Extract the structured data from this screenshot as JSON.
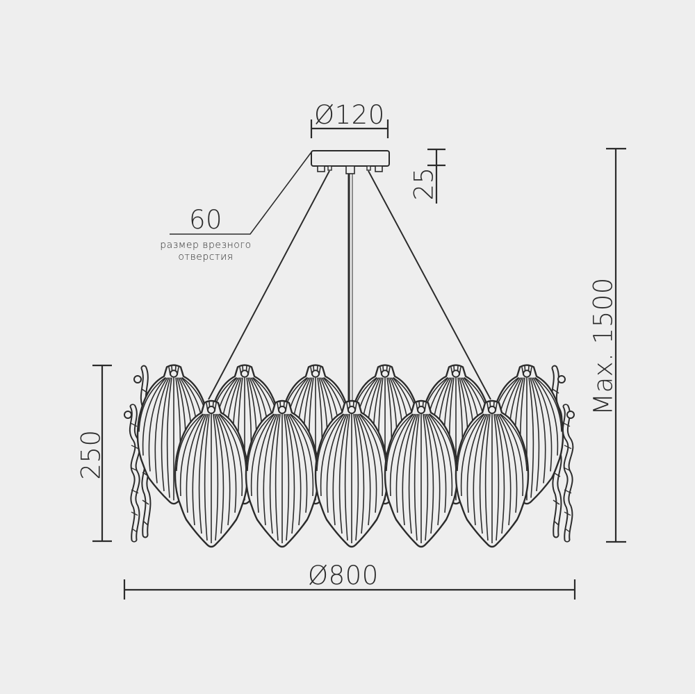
{
  "diagram": {
    "type": "technical-dimension-drawing",
    "subject": "pendant chandelier with leaf-shaped glass shades",
    "background_color": "#eeeeee",
    "line_color": "#2b2b2b",
    "dimensions": {
      "canopy_diameter": "Ø120",
      "canopy_height": "25",
      "cutout_size": "60",
      "cutout_caption_line1": "размер врезного",
      "cutout_caption_line2": "отверстия",
      "max_height": "Max. 1500",
      "body_height": "250",
      "body_diameter": "Ø800"
    },
    "components": {
      "canopy": "ceiling canopy with 3 fittings",
      "suspension": "2 cables + central rod",
      "shades_back_row": 6,
      "shades_front_row": 5,
      "side_ornaments": 2
    }
  }
}
